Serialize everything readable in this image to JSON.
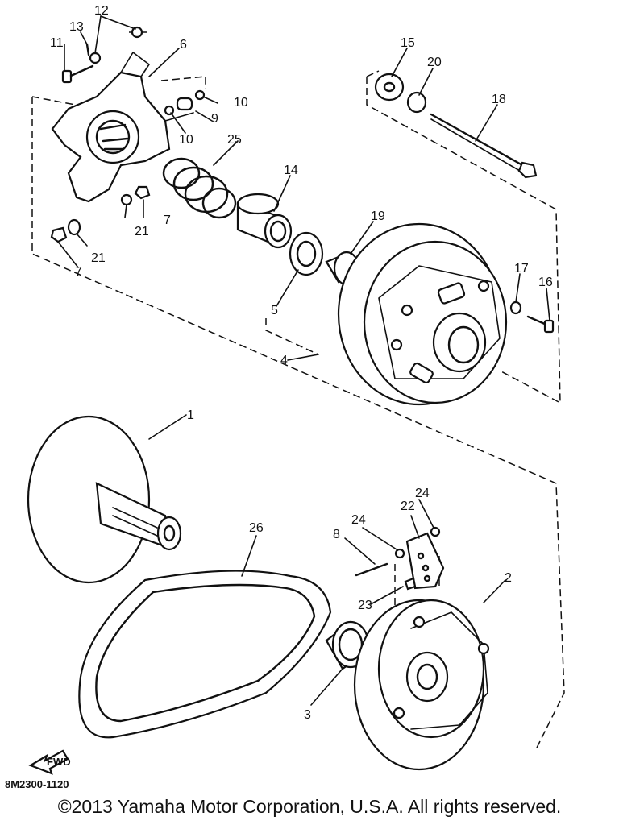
{
  "diagram": {
    "drawing_code": "8M2300-1120",
    "fwd_label": "FWD",
    "labels": [
      {
        "text": "1",
        "name": "part-1-sheave"
      },
      {
        "text": "2",
        "name": "part-2-fixed-sheave"
      },
      {
        "text": "3",
        "name": "part-3-bushing"
      },
      {
        "text": "4",
        "name": "part-4-movable-assy"
      },
      {
        "text": "5",
        "name": "part-5-seal"
      },
      {
        "text": "6",
        "name": "part-6-spider"
      },
      {
        "text": "7",
        "name": "part-7-nut-upper"
      },
      {
        "text": "7",
        "name": "part-7-nut-lower"
      },
      {
        "text": "8",
        "name": "part-8-pin"
      },
      {
        "text": "9",
        "name": "part-9-collar"
      },
      {
        "text": "10",
        "name": "part-10-washer-right"
      },
      {
        "text": "10",
        "name": "part-10-washer-left"
      },
      {
        "text": "11",
        "name": "part-11-bolt"
      },
      {
        "text": "12",
        "name": "part-12-washer"
      },
      {
        "text": "13",
        "name": "part-13-spring-pin"
      },
      {
        "text": "14",
        "name": "part-14-sleeve"
      },
      {
        "text": "15",
        "name": "part-15-washer"
      },
      {
        "text": "16",
        "name": "part-16-bolt"
      },
      {
        "text": "17",
        "name": "part-17-washer"
      },
      {
        "text": "18",
        "name": "part-18-long-bolt"
      },
      {
        "text": "19",
        "name": "part-19-bushing"
      },
      {
        "text": "20",
        "name": "part-20-lock-washer"
      },
      {
        "text": "21",
        "name": "part-21-washer-upper"
      },
      {
        "text": "21",
        "name": "part-21-washer-lower"
      },
      {
        "text": "22",
        "name": "part-22-plate"
      },
      {
        "text": "23",
        "name": "part-23-screw"
      },
      {
        "text": "24",
        "name": "part-24-washer-left"
      },
      {
        "text": "24",
        "name": "part-24-washer-right"
      },
      {
        "text": "25",
        "name": "part-25-spring"
      },
      {
        "text": "26",
        "name": "part-26-v-belt"
      }
    ]
  },
  "copyright": "©2013 Yamaha Motor Corporation, U.S.A. All rights reserved."
}
